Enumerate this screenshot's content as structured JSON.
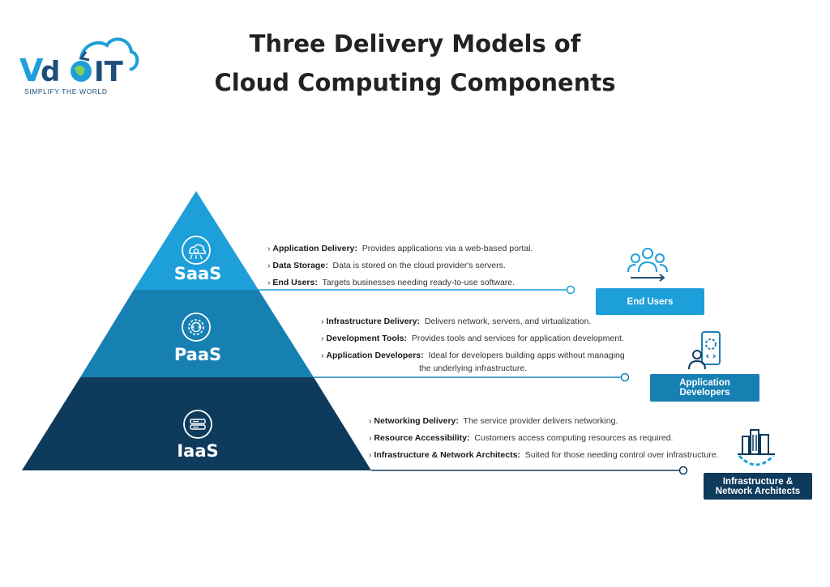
{
  "header": {
    "title_line1": "Three Delivery Models of",
    "title_line2": "Cloud Computing Components"
  },
  "logo": {
    "brand": "VDOIT",
    "tagline": "SIMPLIFY THE WORLD"
  },
  "tiers": [
    {
      "label": "SaaS",
      "color": "#1d9fd9",
      "icon": "cloud-gear-icon",
      "bullets": [
        {
          "term": "Application Delivery:",
          "text": "Provides applications via a web-based portal."
        },
        {
          "term": "Data Storage:",
          "text": "Data is stored on the cloud provider's servers."
        },
        {
          "term": "End Users:",
          "text": "Targets businesses needing ready-to-use software."
        }
      ],
      "role": "End Users",
      "role_icon": "users-group-icon"
    },
    {
      "label": "PaaS",
      "color": "#1780b3",
      "icon": "gear-code-icon",
      "bullets": [
        {
          "term": "Infrastructure Delivery:",
          "text": "Delivers network, servers, and virtualization."
        },
        {
          "term": "Development Tools:",
          "text": "Provides tools and services for application development."
        },
        {
          "term": "Application Developers:",
          "text": "Ideal for developers building apps without managing",
          "continuation": "the underlying infrastructure."
        }
      ],
      "role_line1": "Application",
      "role_line2": "Developers",
      "role_icon": "developer-phone-icon"
    },
    {
      "label": "IaaS",
      "color": "#0e3a5c",
      "icon": "server-icon",
      "bullets": [
        {
          "term": "Networking Delivery:",
          "text": "The service provider delivers networking."
        },
        {
          "term": "Resource Accessibility:",
          "text": "Customers access computing resources as required."
        },
        {
          "term": "Infrastructure & Network Architects:",
          "text": "Suited for those needing control over infrastructure."
        }
      ],
      "role_line1": "Infrastructure &",
      "role_line2": "Network Architects",
      "role_icon": "city-gear-icon"
    }
  ]
}
